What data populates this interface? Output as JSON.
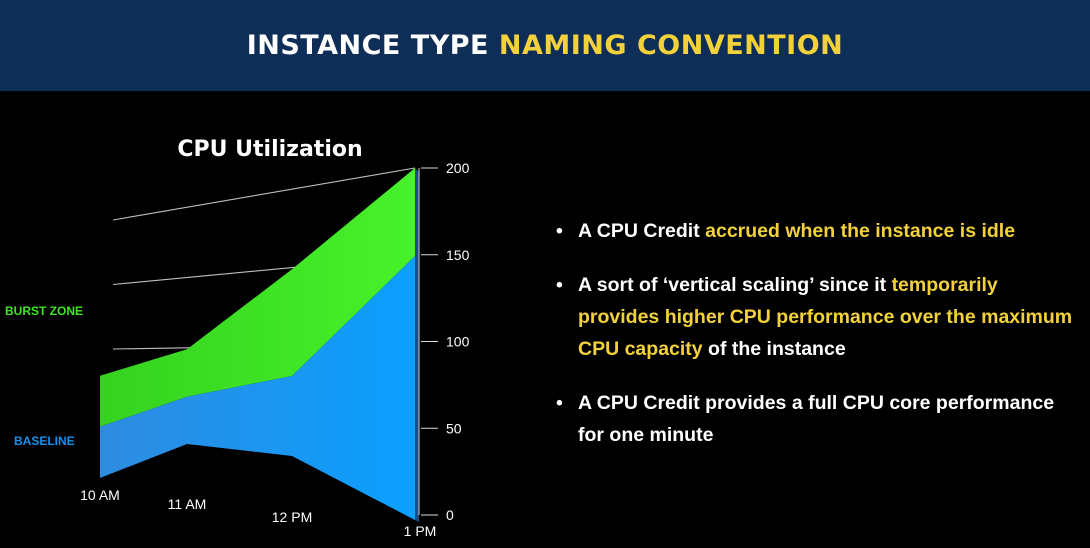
{
  "header": {
    "title_plain": "INSTANCE TYPE ",
    "title_highlight": "NAMING CONVENTION"
  },
  "colors": {
    "header_bg": "#0e2d57",
    "highlight": "#f3d13a",
    "burst_green": "#3ee623",
    "baseline_blue": "#1a8fe8"
  },
  "chart_data": {
    "type": "area",
    "title": "CPU Utilization",
    "categories": [
      "10 AM",
      "11 AM",
      "12 PM",
      "1 PM"
    ],
    "ylim": [
      0,
      200
    ],
    "yticks": [
      0,
      50,
      100,
      150,
      200
    ],
    "grid": true,
    "series": [
      {
        "name": "BASELINE",
        "values": [
          40,
          40,
          60,
          150
        ],
        "color": "#1a8fe8"
      },
      {
        "name": "BURST ZONE",
        "values": [
          80,
          80,
          140,
          200
        ],
        "color": "#3ee623"
      }
    ]
  },
  "bullets": [
    {
      "parts": [
        {
          "text": "A CPU Credit ",
          "hl": false
        },
        {
          "text": "accrued when the instance is idle",
          "hl": true
        }
      ]
    },
    {
      "parts": [
        {
          "text": "A sort of ‘vertical scaling’ since it ",
          "hl": false
        },
        {
          "text": "temporarily provides higher CPU performance over the maximum CPU capacity",
          "hl": true
        },
        {
          "text": " of the instance",
          "hl": false
        }
      ]
    },
    {
      "parts": [
        {
          "text": "A CPU Credit provides a full CPU core performance for one minute",
          "hl": false
        }
      ]
    }
  ]
}
